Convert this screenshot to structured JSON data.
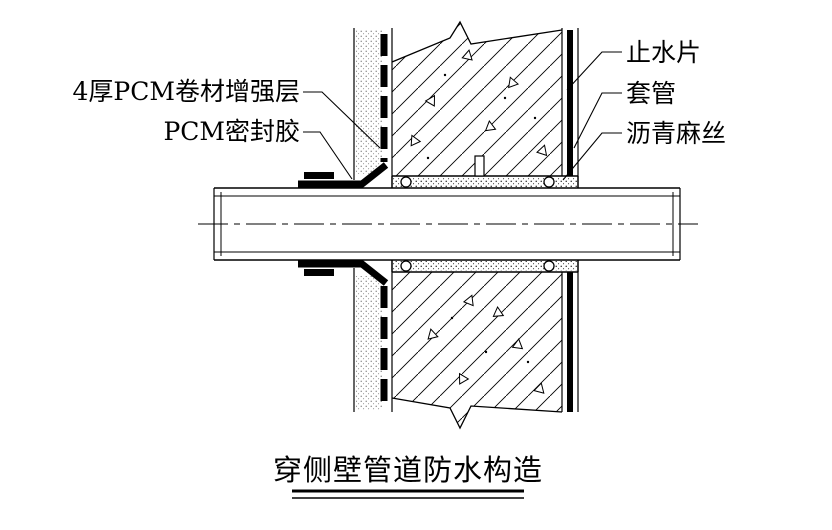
{
  "drawing": {
    "background": "#ffffff",
    "ink": "#000000",
    "title": {
      "text": "穿侧壁管道防水构造"
    },
    "labels": {
      "left": [
        {
          "text": "4厚PCM卷材增强层"
        },
        {
          "text": "PCM密封胶"
        }
      ],
      "right": [
        {
          "text": "止水片"
        },
        {
          "text": "套管"
        },
        {
          "text": "沥青麻丝"
        }
      ]
    }
  }
}
